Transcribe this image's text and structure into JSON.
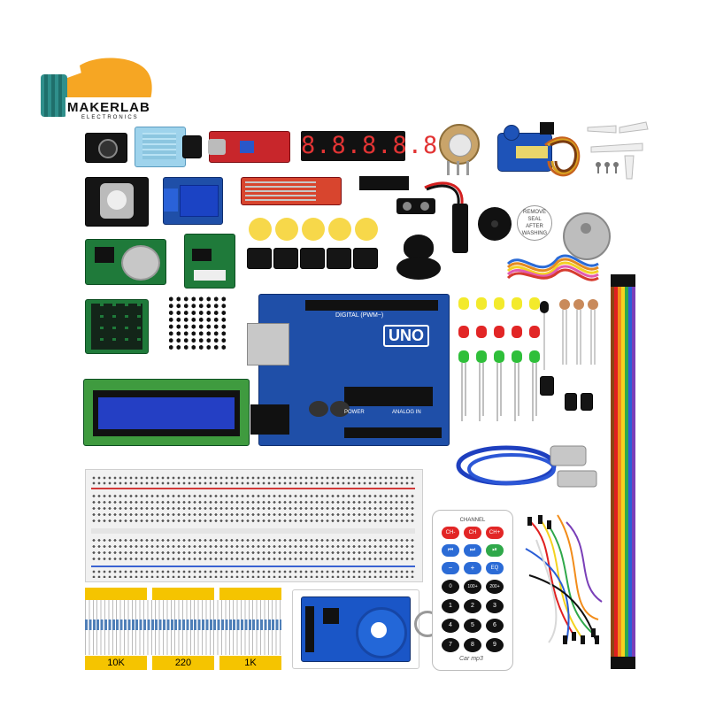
{
  "logo": {
    "brand": "MAKERLAB",
    "sub": "ELECTRONICS"
  },
  "board": {
    "model": "UNO",
    "digital_label": "DIGITAL (PWM~)",
    "analog_label": "ANALOG IN",
    "power_label": "POWER"
  },
  "segment_display": {
    "digits": "8.8.8.8.8.8"
  },
  "buzzer_sticker": {
    "text": "REMOVE SEAL AFTER WASHING"
  },
  "resistors": [
    {
      "label": "10K"
    },
    {
      "label": "220"
    },
    {
      "label": "1K"
    }
  ],
  "remote": {
    "header": "CHANNEL",
    "keys": [
      "CH-",
      "CH",
      "CH+",
      "⏮",
      "⏭",
      "⏯",
      "−",
      "+",
      "EQ",
      "0",
      "100+",
      "200+",
      "1",
      "2",
      "3",
      "4",
      "5",
      "6",
      "7",
      "8",
      "9"
    ],
    "brand": "Car mp3"
  },
  "colors": {
    "arduino_blue": "#1f4fa8",
    "module_green": "#1f7a3a",
    "logo_orange": "#f6a623",
    "logo_teal": "#2f8f8b",
    "button_yellow": "#f7d84a",
    "resistor_band": "#f5c400"
  }
}
